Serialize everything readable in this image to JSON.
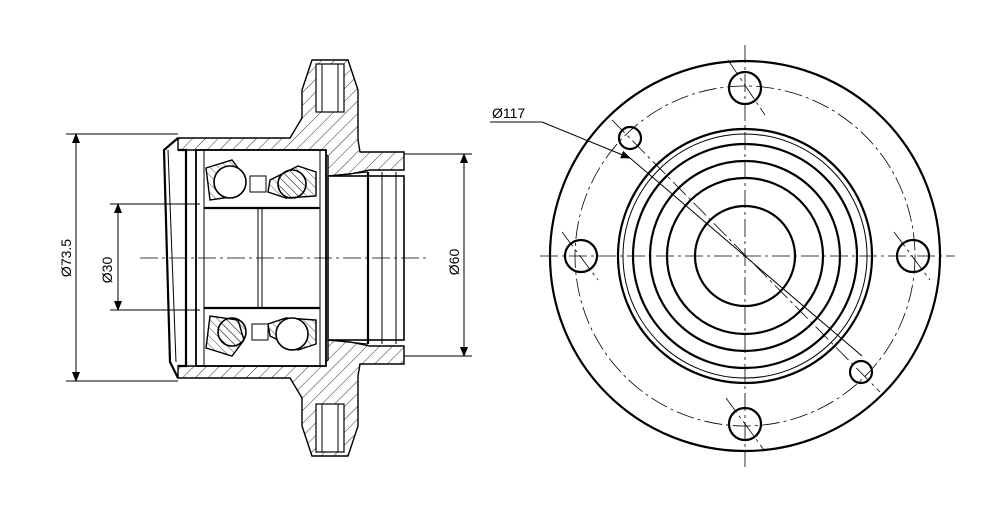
{
  "dimensions": {
    "outer_diameter": "Ø73.5",
    "bore_diameter": "Ø30",
    "pilot_diameter": "Ø60",
    "bolt_circle_diameter": "Ø117"
  }
}
